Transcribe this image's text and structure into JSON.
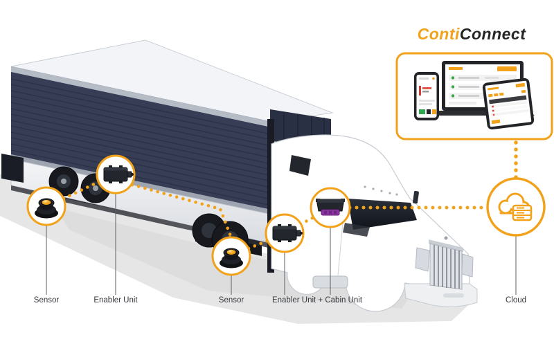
{
  "logo": {
    "conti": "Conti",
    "connect": "Connect"
  },
  "labels": {
    "sensor_rear": "Sensor",
    "enabler_trailer": "Enabler Unit",
    "sensor_drive": "Sensor",
    "enabler_cabin": "Enabler Unit + Cabin Unit",
    "cloud": "Cloud"
  },
  "colors": {
    "accent": "#F2A21A",
    "logo_dark": "#252525",
    "trailer": "#363D55",
    "purple": "#8D35A0",
    "label": "#34373C"
  }
}
